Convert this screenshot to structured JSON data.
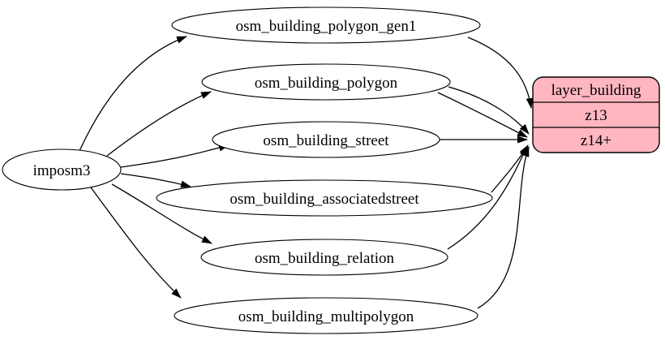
{
  "diagram": {
    "type": "graphviz-etl-flow",
    "background": "#ffffff",
    "colors": {
      "table_fill": "#ffffff",
      "layer_fill": "#ffb6c1",
      "stroke": "#000000",
      "edge": "#000000"
    },
    "source_node": {
      "label": "imposm3"
    },
    "tables": [
      {
        "label": "osm_building_polygon_gen1"
      },
      {
        "label": "osm_building_polygon"
      },
      {
        "label": "osm_building_street"
      },
      {
        "label": "osm_building_associatedstreet"
      },
      {
        "label": "osm_building_relation"
      },
      {
        "label": "osm_building_multipolygon"
      }
    ],
    "layer_node": {
      "title": "layer_building",
      "rows": [
        "z13",
        "z14+"
      ]
    },
    "edges": [
      {
        "from": "imposm3",
        "to": "osm_building_polygon_gen1"
      },
      {
        "from": "imposm3",
        "to": "osm_building_polygon"
      },
      {
        "from": "imposm3",
        "to": "osm_building_street"
      },
      {
        "from": "imposm3",
        "to": "osm_building_associatedstreet"
      },
      {
        "from": "imposm3",
        "to": "osm_building_relation"
      },
      {
        "from": "imposm3",
        "to": "osm_building_multipolygon"
      },
      {
        "from": "osm_building_polygon_gen1",
        "to": "layer_building:z13"
      },
      {
        "from": "osm_building_polygon",
        "to": "layer_building:z14+"
      },
      {
        "from": "osm_building_polygon",
        "to": "layer_building:z14+"
      },
      {
        "from": "osm_building_street",
        "to": "layer_building:z14+"
      },
      {
        "from": "osm_building_associatedstreet",
        "to": "layer_building:z14+"
      },
      {
        "from": "osm_building_relation",
        "to": "layer_building:z14+"
      },
      {
        "from": "osm_building_multipolygon",
        "to": "layer_building:z14+"
      }
    ]
  }
}
